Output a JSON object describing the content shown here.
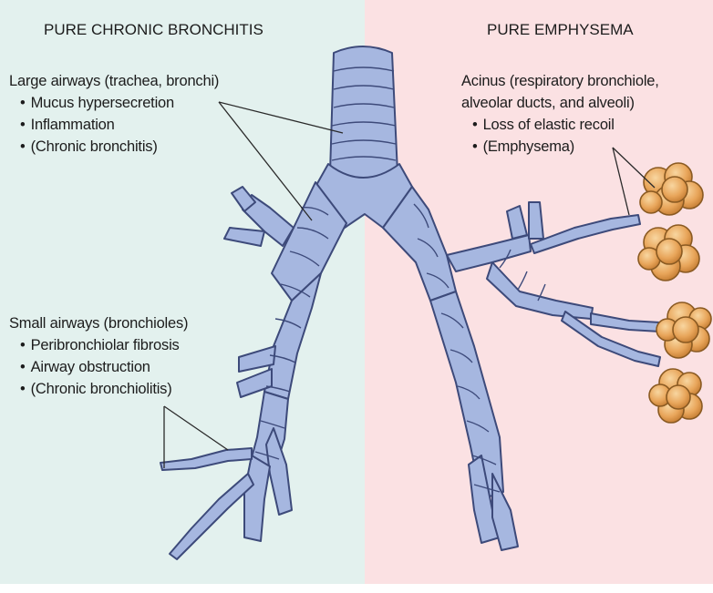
{
  "headings": {
    "left": "PURE CHRONIC BRONCHITIS",
    "right": "PURE EMPHYSEMA"
  },
  "large_airways": {
    "title": "Large airways (trachea, bronchi)",
    "bullets": [
      "Mucus hypersecretion",
      "Inflammation",
      "(Chronic bronchitis)"
    ]
  },
  "small_airways": {
    "title": "Small airways (bronchioles)",
    "bullets": [
      "Peribronchiolar fibrosis",
      "Airway obstruction",
      "(Chronic bronchiolitis)"
    ]
  },
  "acinus": {
    "title_line1": "Acinus (respiratory bronchiole,",
    "title_line2": "alveolar ducts, and alveoli)",
    "bullets": [
      "Loss of elastic recoil",
      "(Emphysema)"
    ]
  },
  "colors": {
    "left_panel": "#e3f1ee",
    "right_panel": "#fbe1e3",
    "airway_fill": "#a6b7e0",
    "airway_stroke": "#3d4a7a",
    "alveoli_fill": "#e8a55a",
    "alveoli_stroke": "#8a5a22"
  }
}
